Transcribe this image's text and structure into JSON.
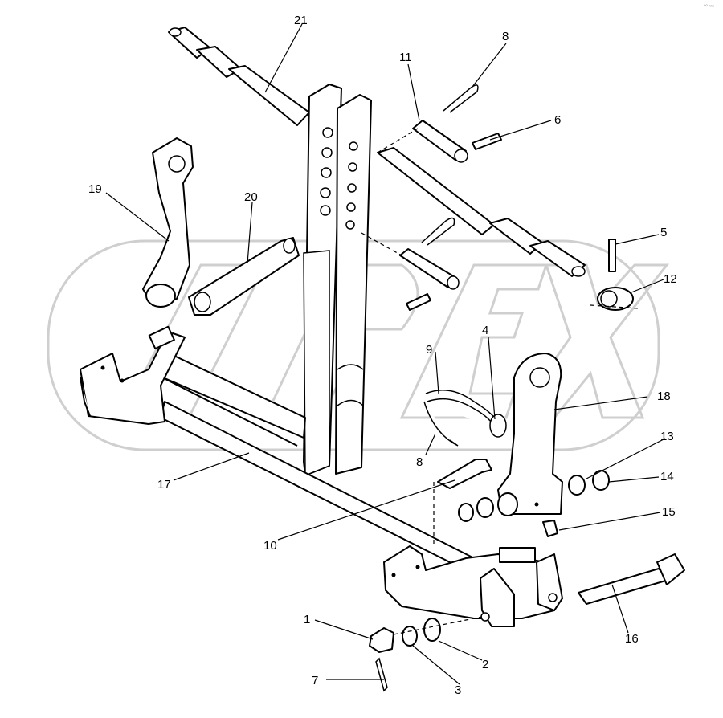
{
  "diagram": {
    "watermark_text": "OPEX",
    "corner_mark": "⁰⁰ ⁿⁿⁿ",
    "callouts": {
      "c21": "21",
      "c8a": "8",
      "c11": "11",
      "c6": "6",
      "c19": "19",
      "c20": "20",
      "c5": "5",
      "c12": "12",
      "c4": "4",
      "c9": "9",
      "c18": "18",
      "c8b": "8",
      "c17": "17",
      "c13": "13",
      "c14": "14",
      "c15": "15",
      "c10": "10",
      "c16": "16",
      "c1": "1",
      "c2": "2",
      "c7": "7",
      "c3": "3"
    }
  }
}
